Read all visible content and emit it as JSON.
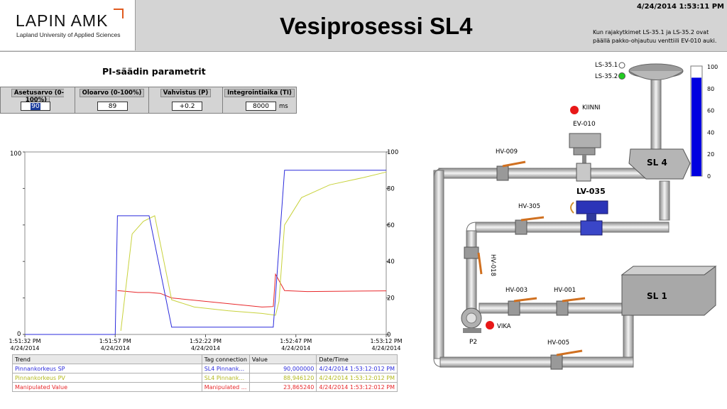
{
  "header": {
    "logo_name": "LAPIN AMK",
    "logo_subtitle": "Lapland University of Applied Sciences",
    "title": "Vesiprosessi SL4",
    "datetime": "4/24/2014 1:53:11 PM",
    "note": "Kun rajakytkimet LS-35.1 ja LS-35.2 ovat päällä pakko-ohjautuu venttiili EV-010 auki."
  },
  "params": {
    "title": "PI-säädin parametrit",
    "fields": [
      {
        "label": "Asetusarvo (0-100%)",
        "value": "90",
        "unit": ""
      },
      {
        "label": "Oloarvo (0-100%)",
        "value": "89",
        "unit": ""
      },
      {
        "label": "Vahvistus (P)",
        "value": "+0.2",
        "unit": ""
      },
      {
        "label": "Integrointiaika (TI)",
        "value": "8000",
        "unit": "ms"
      }
    ]
  },
  "trend": {
    "left_axis": {
      "max": "100",
      "min": "0"
    },
    "right_axis": [
      "100",
      "80",
      "60",
      "40",
      "20",
      "0"
    ],
    "time_ticks": [
      {
        "time": "1:51:32 PM",
        "date": "4/24/2014"
      },
      {
        "time": "1:51:57 PM",
        "date": "4/24/2014"
      },
      {
        "time": "1:52:22 PM",
        "date": "4/24/2014"
      },
      {
        "time": "1:52:47 PM",
        "date": "4/24/2014"
      },
      {
        "time": "1:53:12 PM",
        "date": "4/24/2014"
      }
    ],
    "colors": {
      "sp": "#2b2bdc",
      "pv": "#c8d23c",
      "mv": "#e8282b"
    },
    "series": {
      "sp": {
        "t": [
          0,
          8,
          8.2,
          10,
          11,
          13,
          22,
          23,
          25,
          26,
          32
        ],
        "v": [
          0,
          0,
          65,
          65,
          65,
          4,
          4,
          90,
          90,
          90,
          90
        ]
      },
      "mv": {
        "t": [
          8.2,
          10,
          11,
          12,
          13,
          21,
          22,
          22.2,
          23,
          25,
          32
        ],
        "v": [
          24,
          23,
          23,
          22.5,
          20,
          15,
          15.3,
          33,
          24,
          23.5,
          23.9
        ]
      },
      "pv": {
        "t": [
          8.5,
          9.5,
          10.5,
          11.5,
          13,
          15,
          18,
          21,
          22.2,
          22.5,
          23,
          24.5,
          27,
          30,
          32
        ],
        "v": [
          2,
          55,
          62,
          65,
          19,
          15,
          13,
          11.5,
          10.5,
          18,
          60,
          75,
          82,
          86,
          89
        ]
      }
    },
    "table": {
      "headers": [
        "Trend",
        "Tag connection",
        "Value",
        "Date/Time"
      ],
      "rows": [
        {
          "trend": "Pinnankorkeus SP",
          "tag": "SL4 Pinnank...",
          "value": "90,000000",
          "datetime": "4/24/2014 1:53:12:012 PM"
        },
        {
          "trend": "Pinnankorkeus PV",
          "tag": "SL4 Pinnank...",
          "value": "88,946120",
          "datetime": "4/24/2014 1:53:12:012 PM"
        },
        {
          "trend": "Manipulated Value",
          "tag": "Manipulated ...",
          "value": "23,865240",
          "datetime": "4/24/2014 1:53:12:012 PM"
        }
      ]
    }
  },
  "process": {
    "ls351": "LS-35.1",
    "ls352": "LS-35.2",
    "kiinni": "KIINNI",
    "ev010": "EV-010",
    "hv009": "HV-009",
    "sl4": "SL 4",
    "lv035": "LV-035",
    "hv305": "HV-305",
    "hv018": "HV-018",
    "hv003": "HV-003",
    "hv001": "HV-001",
    "sl1": "SL 1",
    "vika": "VIKA",
    "p2": "P2",
    "hv005": "HV-005",
    "level": {
      "value": 90,
      "ticks": [
        "100",
        "80",
        "60",
        "40",
        "20",
        "0"
      ],
      "color": "#0000e0"
    },
    "status_colors": {
      "red": "#e81818",
      "green": "#22cc22"
    }
  }
}
